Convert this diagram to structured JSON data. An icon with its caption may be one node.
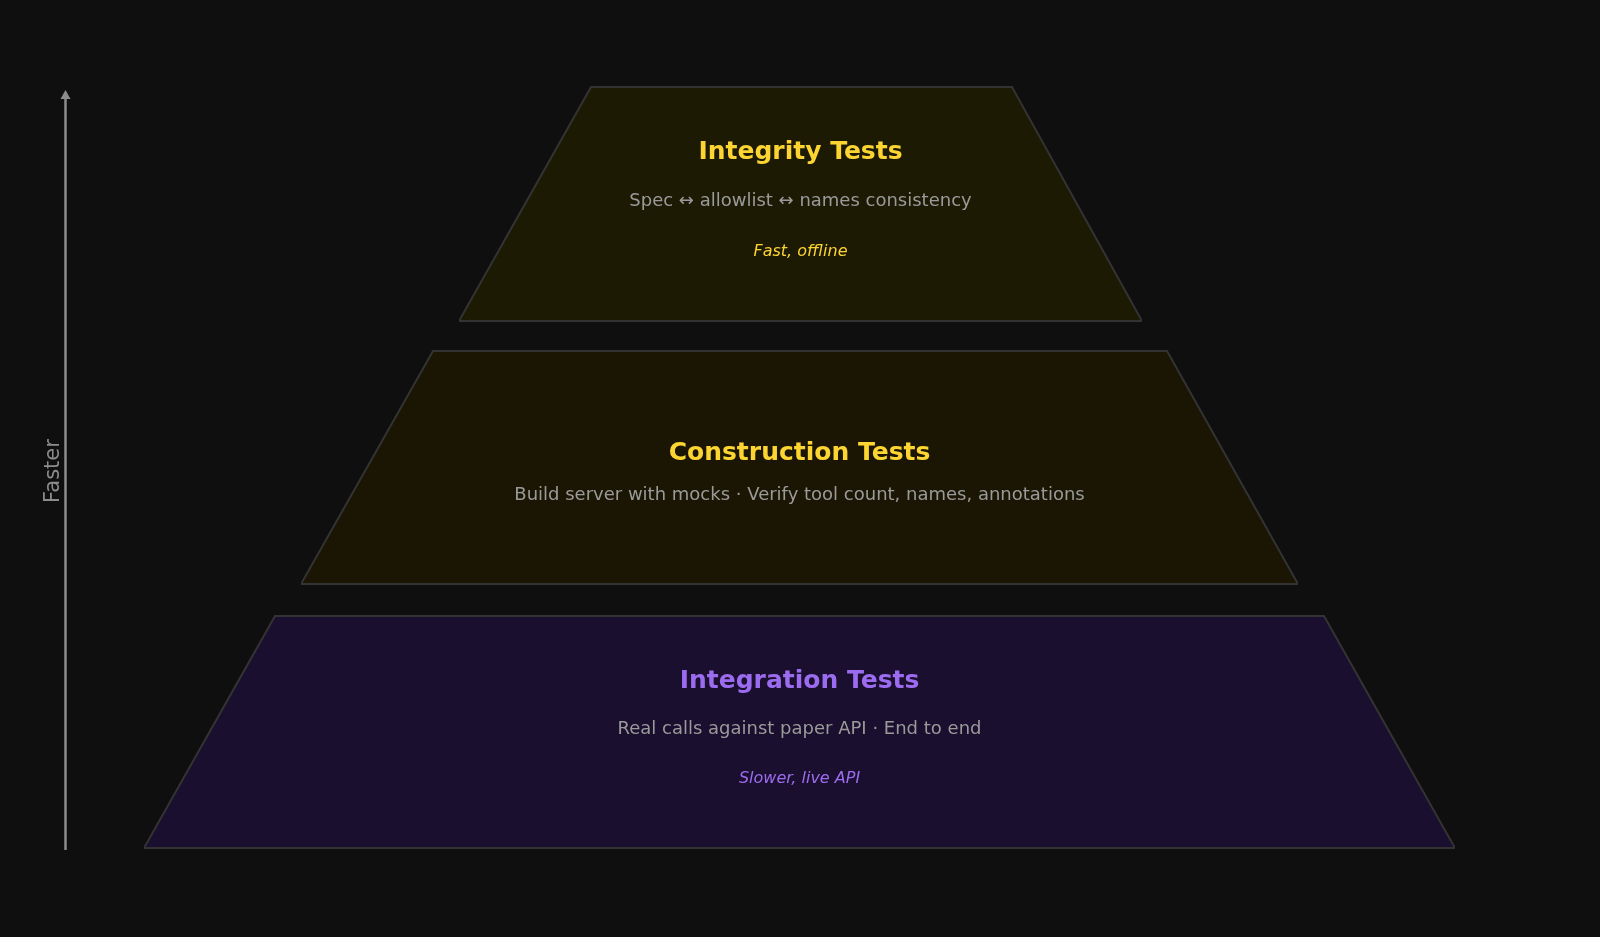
{
  "diagram": {
    "nodes": [
      {
        "text": [
          "Integrity Tests",
          "Spec ↔ allowlist ↔ names consistency",
          "Fast, offline"
        ]
      },
      {
        "text": [
          "Construction Tests",
          "Build server with mocks · Verify tool count, names, annotations"
        ]
      },
      {
        "text": [
          "Integration Tests",
          "Real calls against paper API · End to end",
          "Slower, live API"
        ]
      }
    ],
    "edges": [],
    "labels": [
      "Faster"
    ]
  }
}
